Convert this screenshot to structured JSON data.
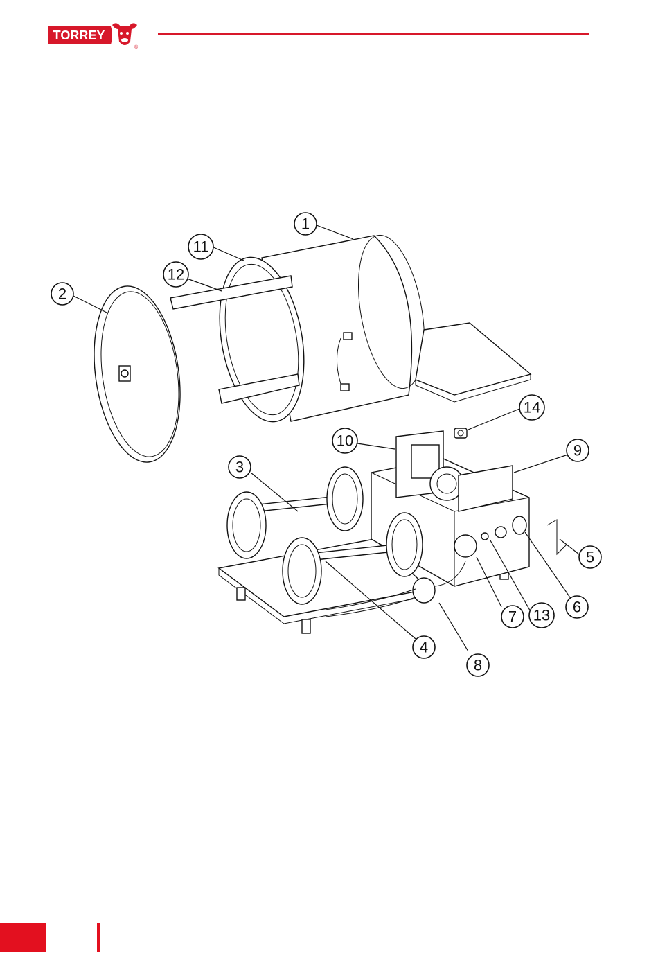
{
  "brand": {
    "name": "TORREY",
    "registered_mark": "®"
  },
  "colors": {
    "brand_red": "#d7182a",
    "footer_red": "#e3101f"
  },
  "diagram": {
    "callouts": [
      {
        "id": "c1",
        "label": "1"
      },
      {
        "id": "c2",
        "label": "2"
      },
      {
        "id": "c3",
        "label": "3"
      },
      {
        "id": "c4",
        "label": "4"
      },
      {
        "id": "c5",
        "label": "5"
      },
      {
        "id": "c6",
        "label": "6"
      },
      {
        "id": "c7",
        "label": "7"
      },
      {
        "id": "c8",
        "label": "8"
      },
      {
        "id": "c9",
        "label": "9"
      },
      {
        "id": "c10",
        "label": "10"
      },
      {
        "id": "c11",
        "label": "11"
      },
      {
        "id": "c12",
        "label": "12"
      },
      {
        "id": "c13",
        "label": "13"
      },
      {
        "id": "c14",
        "label": "14"
      }
    ]
  }
}
